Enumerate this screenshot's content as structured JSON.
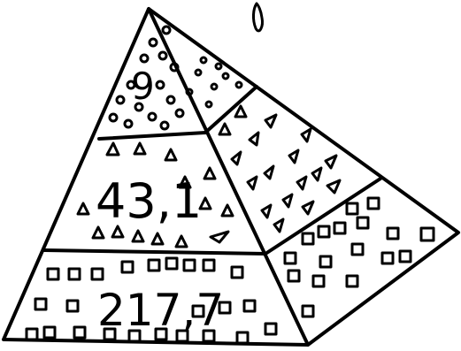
{
  "labels": {
    "top": "9",
    "middle": "43,1",
    "bottom": "217,7"
  },
  "layers": [
    {
      "name": "top-layer",
      "symbol": "circle",
      "value_label_key": "top"
    },
    {
      "name": "middle-layer",
      "symbol": "triangle",
      "value_label_key": "middle"
    },
    {
      "name": "bottom-layer",
      "symbol": "square",
      "value_label_key": "bottom"
    }
  ],
  "colors": {
    "ink": "#000000",
    "paper": "#ffffff"
  }
}
